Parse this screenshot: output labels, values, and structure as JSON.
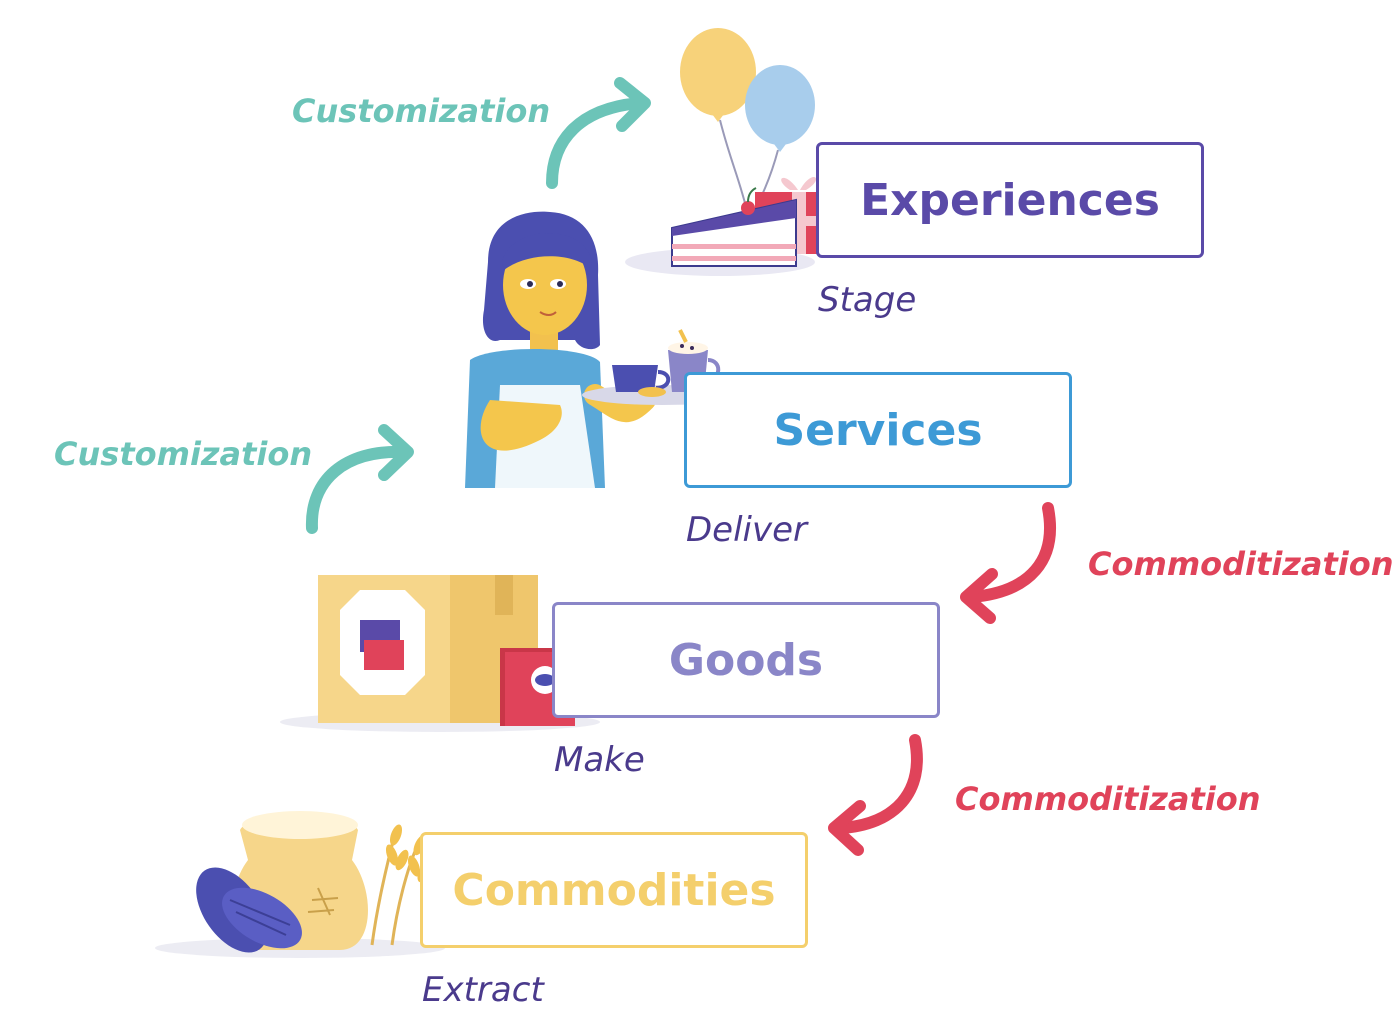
{
  "colors": {
    "experiences": "#5a4aa8",
    "services": "#3d9ad6",
    "goods": "#8a86c8",
    "commodities": "#f4cf6c",
    "customization": "#6cc4b8",
    "commoditization": "#e0435a",
    "verb": "#4a3a8c"
  },
  "levels": [
    {
      "name": "Experiences",
      "verb": "Stage"
    },
    {
      "name": "Services",
      "verb": "Deliver"
    },
    {
      "name": "Goods",
      "verb": "Make"
    },
    {
      "name": "Commodities",
      "verb": "Extract"
    }
  ],
  "transitions": {
    "customization_upper": "Customization",
    "customization_lower": "Customization",
    "commoditization_upper": "Commoditization",
    "commoditization_lower": "Commoditization"
  },
  "illustrations": {
    "experiences": "cake-balloons-gift-icon",
    "services": "waitress-serving-tray-icon",
    "goods": "chocolate-box-icon",
    "commodities": "grain-sack-cacao-icon"
  }
}
